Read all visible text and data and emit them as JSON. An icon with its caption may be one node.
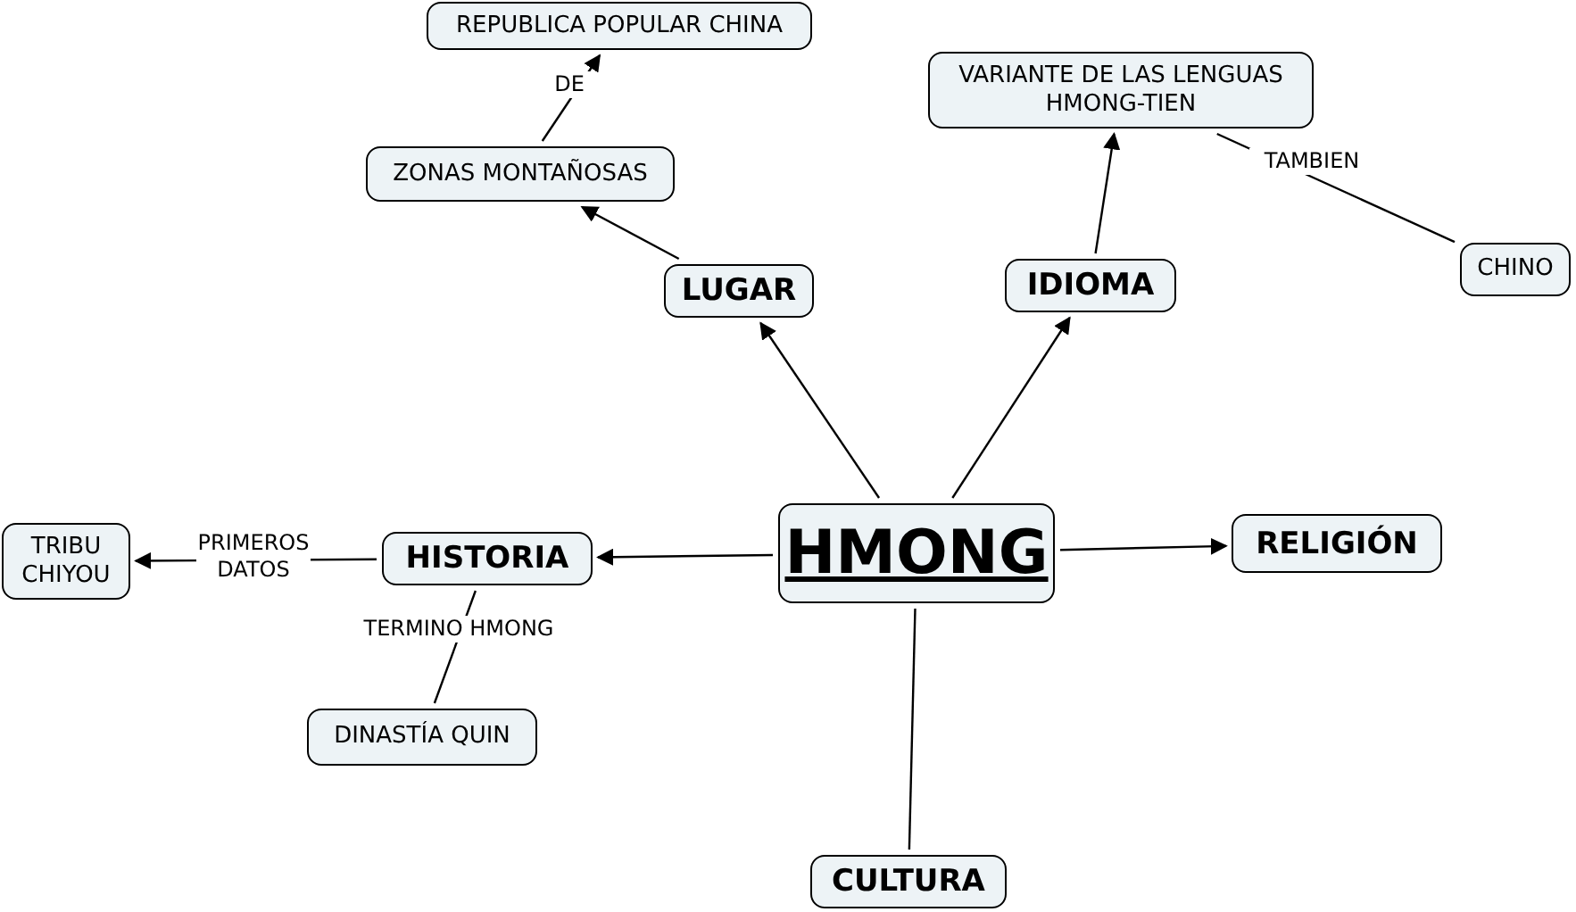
{
  "diagram": {
    "nodes": [
      {
        "text": [
          "HMONG"
        ]
      },
      {
        "text": [
          "LUGAR"
        ]
      },
      {
        "text": [
          "IDIOMA"
        ]
      },
      {
        "text": [
          "HISTORIA"
        ]
      },
      {
        "text": [
          "RELIGIÓN"
        ]
      },
      {
        "text": [
          "CULTURA"
        ]
      },
      {
        "text": [
          "ZONAS MONTAÑOSAS"
        ]
      },
      {
        "text": [
          "REPUBLICA POPULAR CHINA"
        ]
      },
      {
        "text": [
          "VARIANTE DE LAS LENGUAS HMONG-TIEN"
        ]
      },
      {
        "text": [
          "CHINO"
        ]
      },
      {
        "text": [
          "TRIBU CHIYOU"
        ]
      },
      {
        "text": [
          "DINASTÍA QUIN"
        ]
      }
    ],
    "edges": [
      {
        "from": 0,
        "to": 1,
        "arrow": "to"
      },
      {
        "from": 0,
        "to": 2,
        "arrow": "to"
      },
      {
        "from": 0,
        "to": 3,
        "arrow": "to"
      },
      {
        "from": 0,
        "to": 4,
        "arrow": "to"
      },
      {
        "from": 0,
        "to": 5,
        "arrow": "none"
      },
      {
        "from": 1,
        "to": 6,
        "arrow": "to"
      },
      {
        "from": 6,
        "to": 7,
        "arrow": "to",
        "label": "DE"
      },
      {
        "from": 2,
        "to": 8,
        "arrow": "to"
      },
      {
        "from": 8,
        "to": 9,
        "arrow": "none",
        "label": "TAMBIEN"
      },
      {
        "from": 3,
        "to": 10,
        "arrow": "to",
        "label": "PRIMEROS DATOS"
      },
      {
        "from": 3,
        "to": 11,
        "arrow": "none",
        "label": "TERMINO HMONG"
      }
    ]
  }
}
